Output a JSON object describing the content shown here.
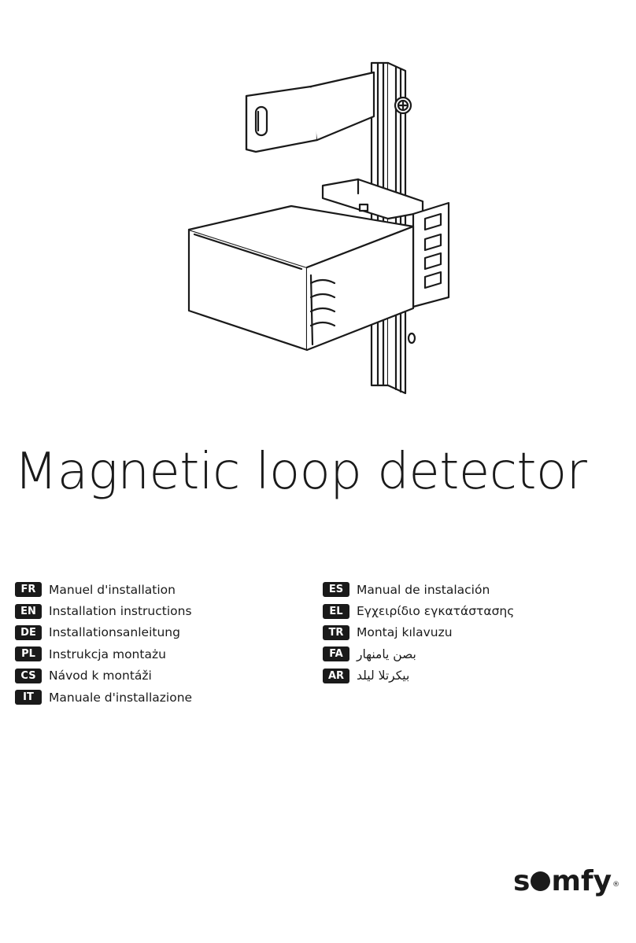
{
  "document": {
    "title": "Magnetic loop detector",
    "languages_left": [
      {
        "code": "FR",
        "label": "Manuel d'installation"
      },
      {
        "code": "EN",
        "label": "Installation instructions"
      },
      {
        "code": "DE",
        "label": "Installationsanleitung"
      },
      {
        "code": "PL",
        "label": "Instrukcja montażu"
      },
      {
        "code": "CS",
        "label": "Návod k montáži"
      },
      {
        "code": "IT",
        "label": "Manuale d'installazione"
      }
    ],
    "languages_right": [
      {
        "code": "ES",
        "label": "Manual de instalación"
      },
      {
        "code": "EL",
        "label": "Εγχειρίδιο εγκατάστασης"
      },
      {
        "code": "TR",
        "label": "Montaj kılavuzu"
      },
      {
        "code": "FA",
        "label": "بصن یامنهار"
      },
      {
        "code": "AR",
        "label": "بيكرتلا ليلد"
      }
    ],
    "logo": {
      "text_start": "s",
      "text_end": "mfy",
      "registered": "®"
    }
  }
}
